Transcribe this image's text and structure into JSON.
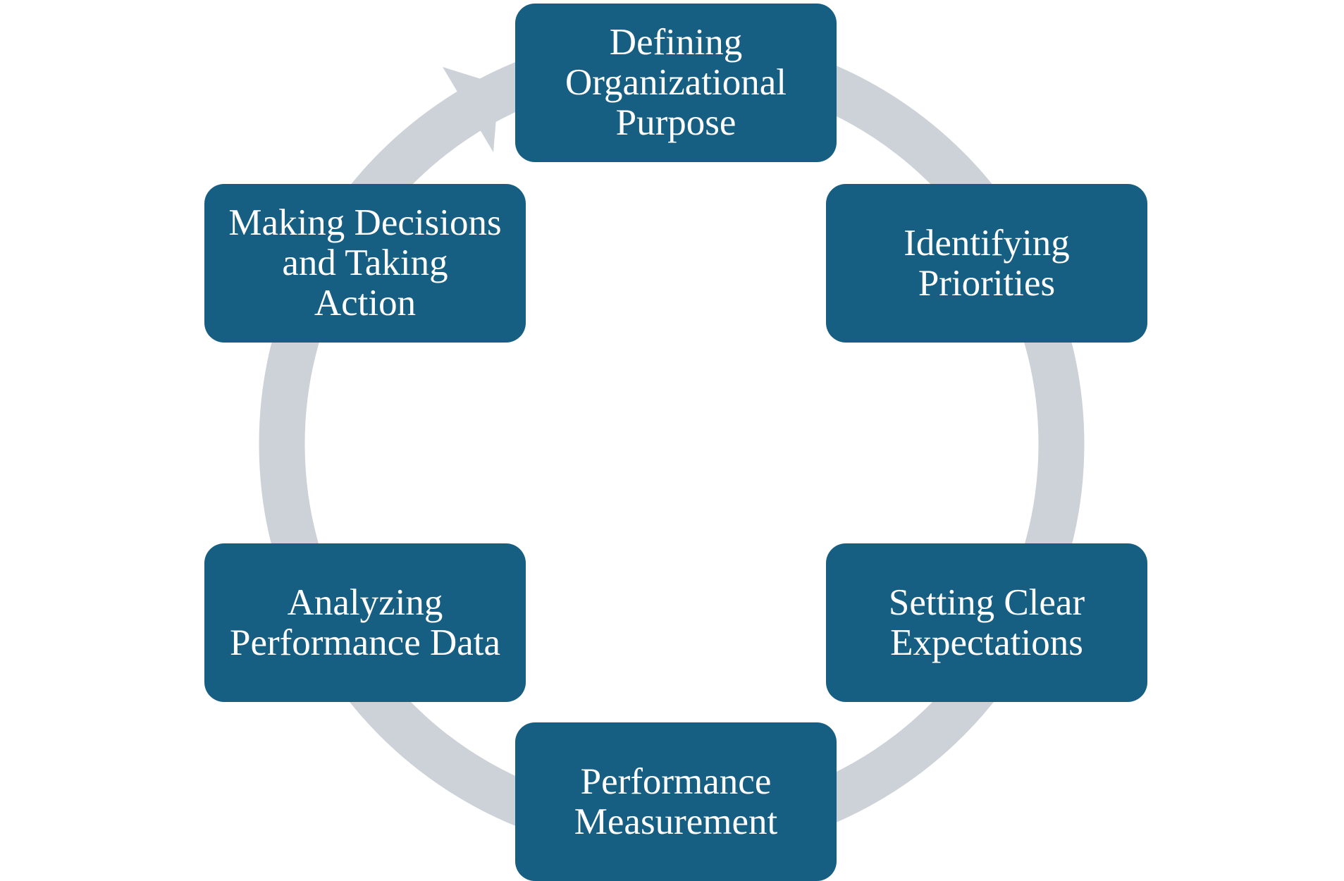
{
  "diagram": {
    "steps": [
      {
        "label": "Defining\nOrganizational\nPurpose"
      },
      {
        "label": "Identifying\nPriorities"
      },
      {
        "label": "Setting Clear\nExpectations"
      },
      {
        "label": "Performance\nMeasurement"
      },
      {
        "label": "Analyzing\nPerformance Data"
      },
      {
        "label": "Making Decisions\nand Taking\nAction"
      }
    ],
    "colors": {
      "box_fill": "#175f82",
      "box_text": "#ffffff",
      "cycle_arrow": "#cdd2d8",
      "background": "#ffffff"
    }
  }
}
